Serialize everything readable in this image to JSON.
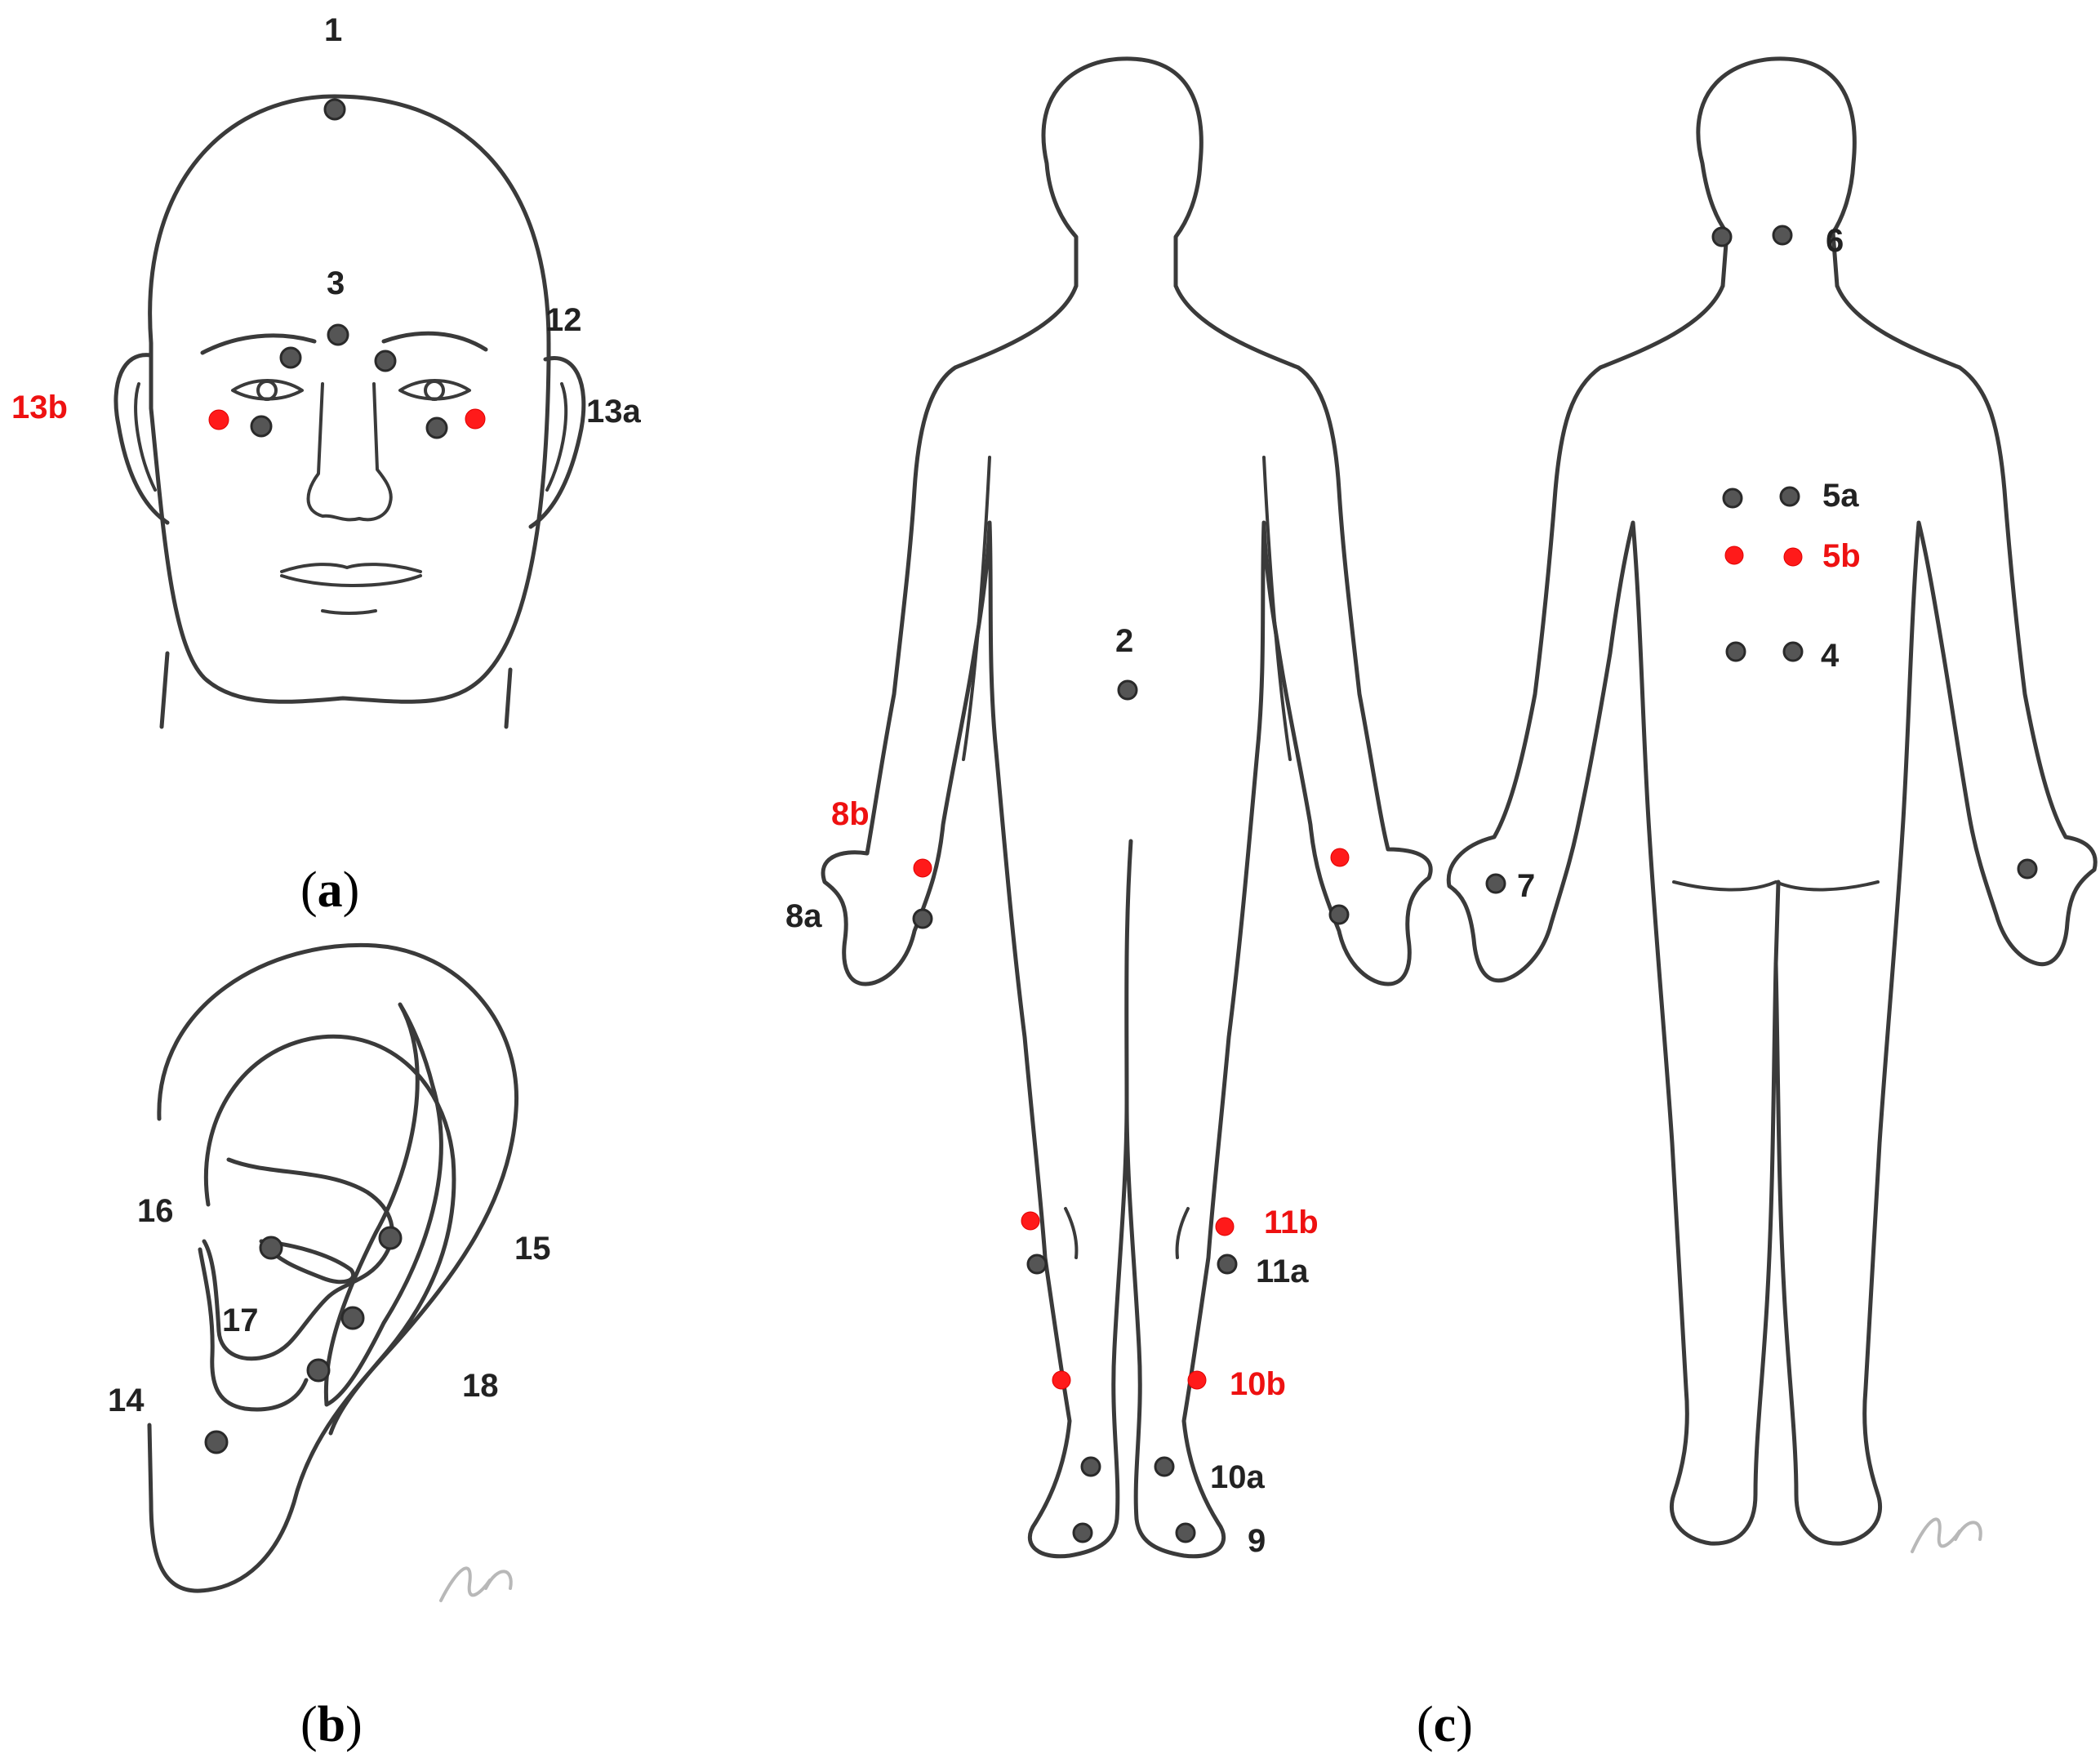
{
  "colors": {
    "gray_point": "#555555",
    "red_point": "#ff1a1a",
    "outline": "#3a3a3a"
  },
  "panels": {
    "a": {
      "caption_open": "(",
      "caption_letter": "a",
      "caption_close": ")"
    },
    "b": {
      "caption_open": "(",
      "caption_letter": "b",
      "caption_close": ")"
    },
    "c": {
      "caption_open": "(",
      "caption_letter": "c",
      "caption_close": ")"
    }
  },
  "labels": {
    "p1": "1",
    "p2": "2",
    "p3": "3",
    "p4": "4",
    "p5a": "5a",
    "p5b": "5b",
    "p6": "6",
    "p7": "7",
    "p8a": "8a",
    "p8b": "8b",
    "p9": "9",
    "p10a": "10a",
    "p10b": "10b",
    "p11a": "11a",
    "p11b": "11b",
    "p12": "12",
    "p13a": "13a",
    "p13b": "13b",
    "p14": "14",
    "p15": "15",
    "p16": "16",
    "p17": "17",
    "p18": "18"
  }
}
